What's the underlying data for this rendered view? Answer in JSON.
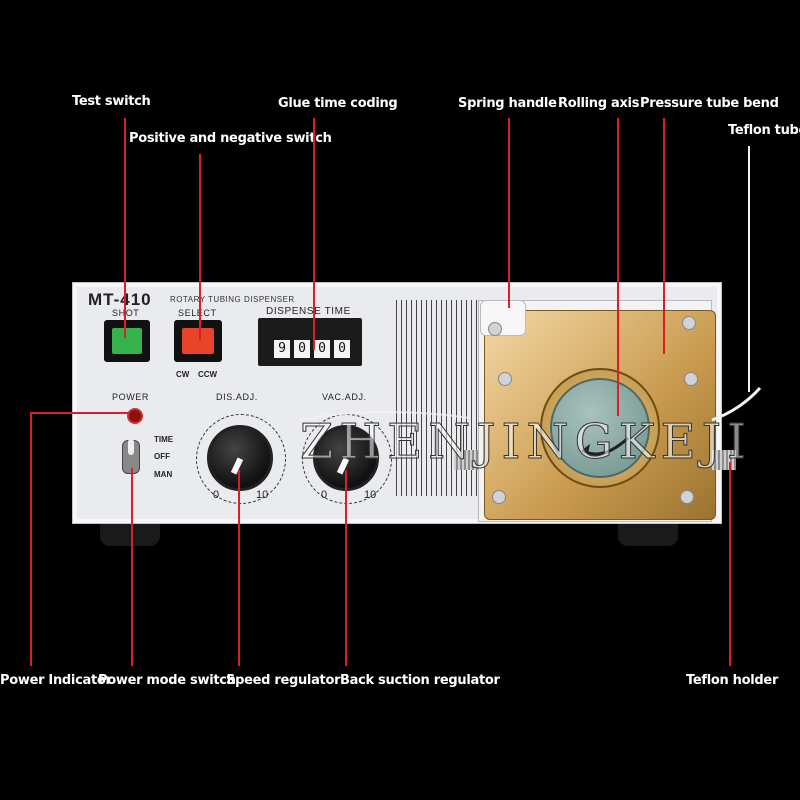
{
  "callouts": {
    "test_switch": "Test switch",
    "glue_time_coding": "Glue time coding",
    "spring_handle": "Spring handle",
    "rolling_axis": "Rolling axis",
    "pressure_tube_bend": "Pressure tube bend",
    "teflon_tube": "Teflon tube",
    "positive_negative_switch": "Positive and negative switch",
    "power_indicator": "Power Indicator",
    "power_mode_switch": "Power mode switch",
    "speed_regulator": "Speed regulator",
    "back_suction_regulator": "Back suction regulator",
    "teflon_holder": "Teflon holder"
  },
  "panel": {
    "model": "MT-410",
    "model_sub": "ROTARY TUBING DISPENSER",
    "shot_label": "SHOT",
    "select_label": "SELECT",
    "cw_label": "CW",
    "ccw_label": "CCW",
    "dispense_time_label": "DISPENSE TIME",
    "counter_digits": [
      "9",
      "0",
      "0",
      "0"
    ],
    "power_label": "POWER",
    "mode_time": "TIME",
    "mode_off": "OFF",
    "mode_man": "MAN",
    "dis_adj_label": "DIS.ADJ.",
    "vac_adj_label": "VAC.ADJ.",
    "dial_min": "0",
    "dial_max": "10"
  },
  "watermark": "ZHENJINGKEJI",
  "colors": {
    "callout_line": "#d81f2a",
    "shot_button": "#35b24a",
    "select_button": "#e8442a",
    "pump_head": "#c99a4e"
  }
}
